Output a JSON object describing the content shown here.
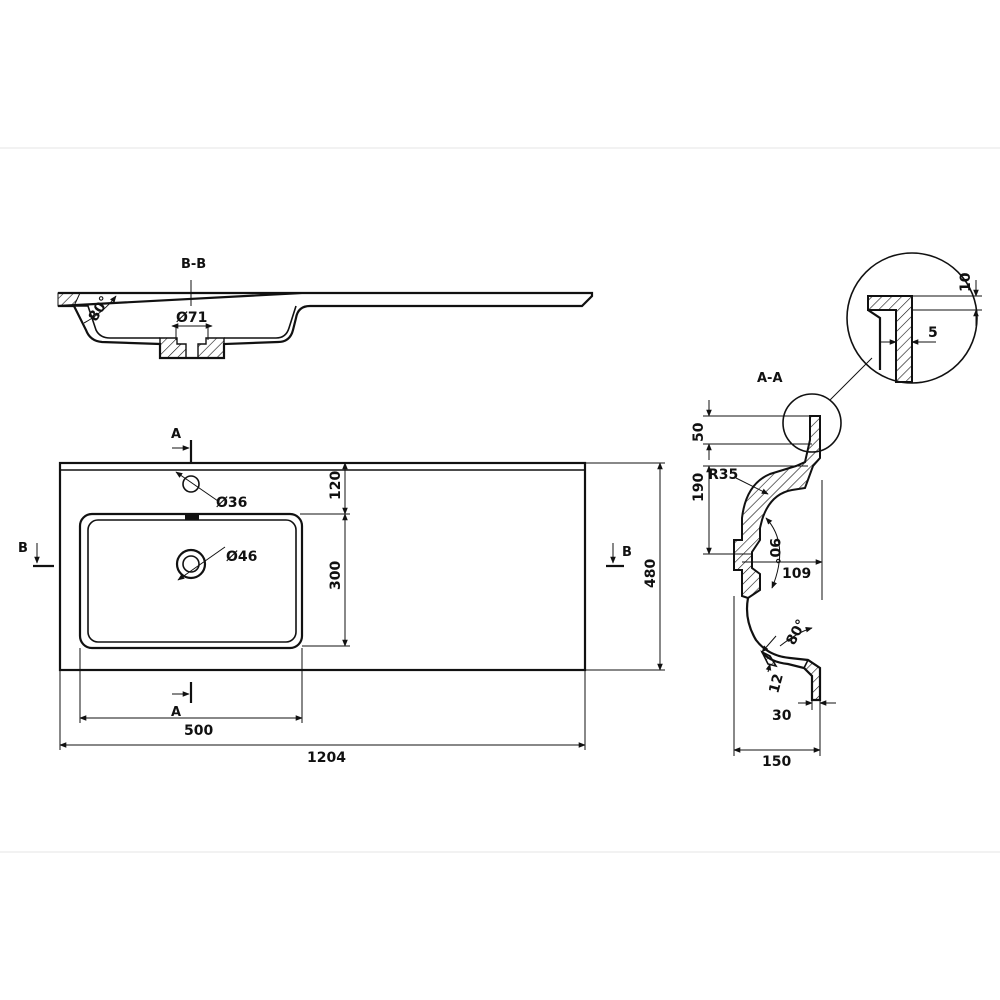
{
  "section_bb": {
    "title": "B-B",
    "diameter": "Ø71",
    "angle": "80°"
  },
  "plan": {
    "cut_a_top": "A",
    "cut_a_bottom": "A",
    "cut_b_left": "B",
    "cut_b_right": "B",
    "tap_hole": "Ø36",
    "drain": "Ø46",
    "dim_120": "120",
    "dim_300": "300",
    "dim_480": "480",
    "dim_500": "500",
    "dim_1204": "1204"
  },
  "section_aa": {
    "title": "A-A",
    "dim_50": "50",
    "dim_190": "190",
    "radius": "R35",
    "angle_90": "90°",
    "dim_109": "109",
    "angle_80": "80°",
    "dim_12": "12",
    "dim_30": "30",
    "dim_150": "150"
  },
  "detail": {
    "dim_10": "10",
    "dim_5": "5"
  }
}
